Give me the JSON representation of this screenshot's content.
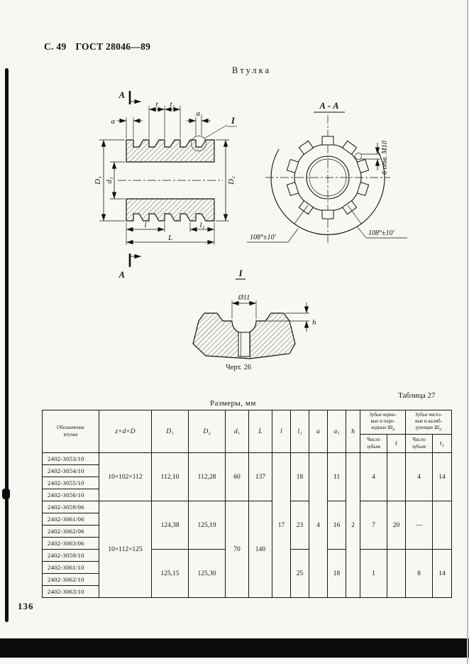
{
  "page": {
    "page_ref": "С. 49",
    "doc_ref": "ГОСТ 28046—89",
    "title": "Втулка",
    "units_note": "Размеры, мм",
    "table_ref": "Таблица 27",
    "figure_caption": "Черт. 26",
    "page_number": "136"
  },
  "main_view": {
    "section_label_top": "А",
    "section_label_bottom": "А",
    "dim_a": "a",
    "dim_t": "t",
    "dim_t1": "t₁",
    "dim_a1": "a₁",
    "dim_D1": "D₁",
    "dim_d1": "d₁",
    "dim_D2": "D₂",
    "dim_l": "l",
    "dim_L": "L",
    "dim_l1": "l₁",
    "detail_ref": "I"
  },
  "section_view": {
    "title": "А - А",
    "holes_note": "6 отв. М10",
    "angle_left": "108°±10′",
    "angle_right": "108°±10′"
  },
  "detail_view": {
    "title": "I",
    "dim_diameter": "Ø11",
    "dim_h": "h"
  },
  "table": {
    "headers": {
      "designation": "Обозначение\nвтулки",
      "zdD": "z×d×D",
      "D1": "D₁",
      "D2": "D₂",
      "d1": "d₁",
      "L": "L",
      "l": "l",
      "l1": "l₁",
      "a": "a",
      "a1": "a₁",
      "h": "h",
      "rough_group": "Зубья черно-\nвые и пере-\nходные Ш",
      "rough_group_sub": "д",
      "finish_group": "Зубья чисто-\nвые и калиб-\nрующие Ш",
      "finish_group_sub": "д",
      "teeth_count_rough": "Число\nзубьев",
      "t": "t",
      "teeth_count_finish": "Число\nзубьев",
      "t1": "t₁"
    },
    "common": {
      "l": "17",
      "a": "4",
      "h": "2"
    },
    "groups": [
      {
        "zdD": "10×102×112",
        "D1": "112,10",
        "D2": "112,28",
        "d1": "60",
        "L": "137",
        "l1": "18",
        "a1": "11",
        "rough_count": "4",
        "rough_t": "",
        "finish_count": "4",
        "finish_t1": "14"
      },
      {
        "zdD": "10×112×125",
        "D1": "124,38",
        "D2": "125,19",
        "d1": "70",
        "L": "140",
        "l1": "23",
        "a1": "16",
        "rough_count": "7",
        "rough_t": "20",
        "finish_count": "—",
        "finish_t1": ""
      },
      {
        "D1": "125,15",
        "D2": "125,30",
        "l1": "25",
        "a1": "18",
        "rough_count": "1",
        "rough_t": "",
        "finish_count": "8",
        "finish_t1": "14"
      }
    ],
    "rows": [
      {
        "designation": "2402-3053/10"
      },
      {
        "designation": "2402-3054/10"
      },
      {
        "designation": "2402-3055/10"
      },
      {
        "designation": "2402-3056/10"
      },
      {
        "designation": "2402-3059/06"
      },
      {
        "designation": "2402-3061/06"
      },
      {
        "designation": "2402-3062/06"
      },
      {
        "designation": "2402-3063/06"
      },
      {
        "designation": "2402-3059/10"
      },
      {
        "designation": "2402-3061/10"
      },
      {
        "designation": "2402-3062/10"
      },
      {
        "designation": "2402-3063/10"
      }
    ]
  }
}
